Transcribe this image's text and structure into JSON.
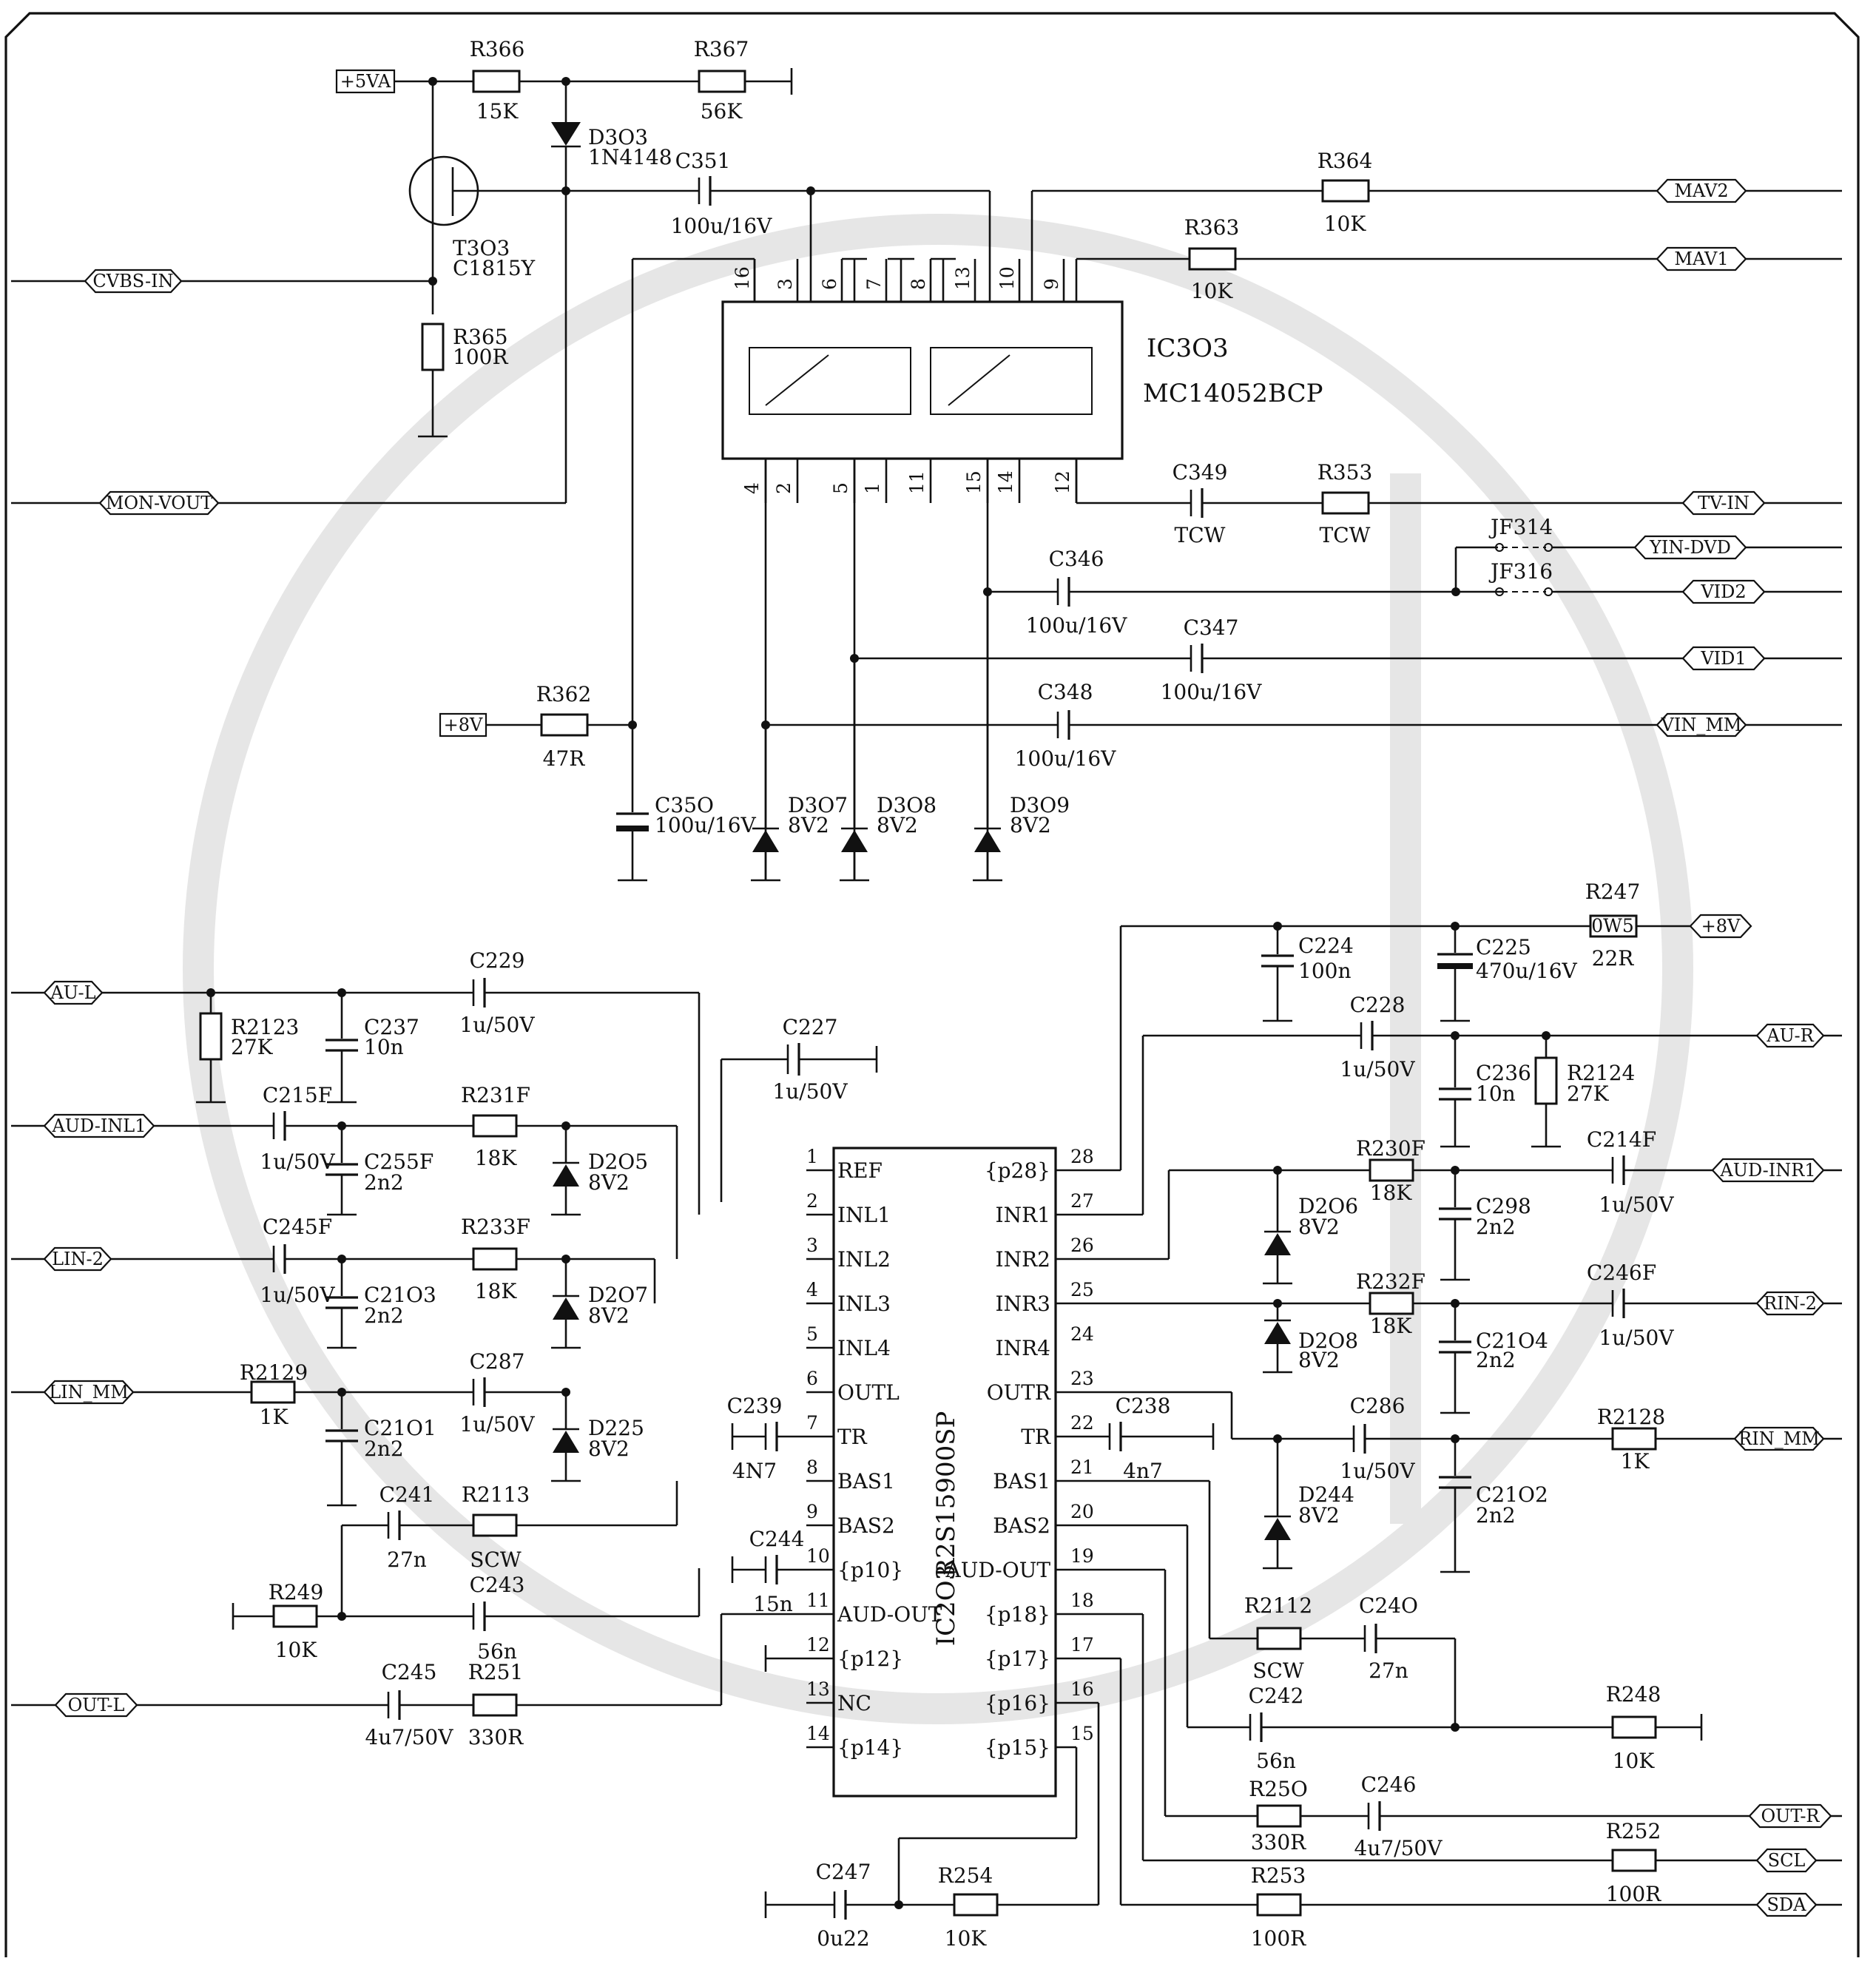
{
  "ports": {
    "p5va": "+5VA",
    "cvbs_in": "CVBS-IN",
    "mon_vout": "MON-VOUT",
    "p8v_a": "+8V",
    "mav2": "MAV2",
    "mav1": "MAV1",
    "tv_in": "TV-IN",
    "yin_dvd": "YIN-DVD",
    "vid2": "VID2",
    "vid1": "VID1",
    "vin_mm": "VIN_MM",
    "p8v_b": "+8V",
    "au_l": "AU-L",
    "aud_inl1": "AUD-INL1",
    "lin_2": "LIN-2",
    "lin_mm": "LIN_MM",
    "out_l": "OUT-L",
    "au_r": "AU-R",
    "aud_inr1": "AUD-INR1",
    "rin_2": "RIN-2",
    "rin_mm": "RIN_MM",
    "out_r": "OUT-R",
    "scl": "SCL",
    "sda": "SDA"
  },
  "parts": {
    "r366": {
      "ref": "R366",
      "val": "15K"
    },
    "r367": {
      "ref": "R367",
      "val": "56K"
    },
    "d303": {
      "ref": "D3O3",
      "val": "1N4148"
    },
    "c351": {
      "ref": "C351",
      "val": "100u/16V"
    },
    "r364": {
      "ref": "R364",
      "val": "10K"
    },
    "r363": {
      "ref": "R363",
      "val": "10K"
    },
    "t303": {
      "ref": "T3O3",
      "val": "C1815Y"
    },
    "r365": {
      "ref": "R365",
      "val": "100R"
    },
    "ic303": {
      "ref": "IC3O3",
      "val": "MC14052BCP"
    },
    "c349": {
      "ref": "C349",
      "val": "TCW"
    },
    "r353": {
      "ref": "R353",
      "val": "TCW"
    },
    "jf314": {
      "ref": "JF314"
    },
    "jf316": {
      "ref": "JF316"
    },
    "c346": {
      "ref": "C346",
      "val": "100u/16V"
    },
    "c347": {
      "ref": "C347",
      "val": "100u/16V"
    },
    "c348": {
      "ref": "C348",
      "val": "100u/16V"
    },
    "r362": {
      "ref": "R362",
      "val": "47R"
    },
    "c350": {
      "ref": "C35O",
      "val": "100u/16V"
    },
    "d307": {
      "ref": "D3O7",
      "val": "8V2"
    },
    "d308": {
      "ref": "D3O8",
      "val": "8V2"
    },
    "d309": {
      "ref": "D3O9",
      "val": "8V2"
    },
    "r247": {
      "ref": "R247",
      "val": "22R",
      "mark": "0W5"
    },
    "c224": {
      "ref": "C224",
      "val": "100n"
    },
    "c225": {
      "ref": "C225",
      "val": "470u/16V"
    },
    "c229": {
      "ref": "C229",
      "val": "1u/50V"
    },
    "r2123": {
      "ref": "R2123",
      "val": "27K"
    },
    "c237": {
      "ref": "C237",
      "val": "10n"
    },
    "c227": {
      "ref": "C227",
      "val": "1u/50V"
    },
    "c228": {
      "ref": "C228",
      "val": "1u/50V"
    },
    "c236": {
      "ref": "C236",
      "val": "10n"
    },
    "r2124": {
      "ref": "R2124",
      "val": "27K"
    },
    "c215f": {
      "ref": "C215F",
      "val": "1u/50V"
    },
    "r231f": {
      "ref": "R231F",
      "val": "18K"
    },
    "c255f": {
      "ref": "C255F",
      "val": "2n2"
    },
    "d205": {
      "ref": "D2O5",
      "val": "8V2"
    },
    "c245f": {
      "ref": "C245F",
      "val": "1u/50V"
    },
    "r233f": {
      "ref": "R233F",
      "val": "18K"
    },
    "c2103": {
      "ref": "C21O3",
      "val": "2n2"
    },
    "d207": {
      "ref": "D2O7",
      "val": "8V2"
    },
    "r2129": {
      "ref": "R2129",
      "val": "1K"
    },
    "c287": {
      "ref": "C287",
      "val": "1u/50V"
    },
    "c2101": {
      "ref": "C21O1",
      "val": "2n2"
    },
    "d225": {
      "ref": "D225",
      "val": "8V2"
    },
    "c241": {
      "ref": "C241",
      "val": "27n"
    },
    "r2113": {
      "ref": "R2113",
      "val": "SCW"
    },
    "c243": {
      "ref": "C243",
      "val": "56n"
    },
    "r249": {
      "ref": "R249",
      "val": "10K"
    },
    "c245": {
      "ref": "C245",
      "val": "4u7/50V"
    },
    "r251": {
      "ref": "R251",
      "val": "330R"
    },
    "c239": {
      "ref": "C239",
      "val": "4N7"
    },
    "c244": {
      "ref": "C244",
      "val": "15n"
    },
    "r230f": {
      "ref": "R230F",
      "val": "18K"
    },
    "c214f": {
      "ref": "C214F",
      "val": "1u/50V"
    },
    "d206": {
      "ref": "D2O6",
      "val": "8V2"
    },
    "c298": {
      "ref": "C298",
      "val": "2n2"
    },
    "r232f": {
      "ref": "R232F",
      "val": "18K"
    },
    "c246f": {
      "ref": "C246F",
      "val": "1u/50V"
    },
    "d208": {
      "ref": "D2O8",
      "val": "8V2"
    },
    "c2104": {
      "ref": "C21O4",
      "val": "2n2"
    },
    "c238": {
      "ref": "C238",
      "val": "4n7"
    },
    "c286": {
      "ref": "C286",
      "val": "1u/50V"
    },
    "r2128": {
      "ref": "R2128",
      "val": "1K"
    },
    "d244": {
      "ref": "D244",
      "val": "8V2"
    },
    "c2102": {
      "ref": "C21O2",
      "val": "2n2"
    },
    "r2112": {
      "ref": "R2112",
      "val": "SCW"
    },
    "c240": {
      "ref": "C24O",
      "val": "27n"
    },
    "c242": {
      "ref": "C242",
      "val": "56n"
    },
    "r248": {
      "ref": "R248",
      "val": "10K"
    },
    "r250": {
      "ref": "R25O",
      "val": "330R"
    },
    "c246": {
      "ref": "C246",
      "val": "4u7/50V"
    },
    "r252": {
      "ref": "R252",
      "val": "100R"
    },
    "r253": {
      "ref": "R253",
      "val": "100R"
    },
    "c247": {
      "ref": "C247",
      "val": "0u22"
    },
    "r254": {
      "ref": "R254",
      "val": "10K"
    }
  },
  "ic303_pins": {
    "top": [
      "16",
      "3",
      "6",
      "7",
      "8",
      "13",
      "10",
      "9"
    ],
    "bottom": [
      "4",
      "2",
      "5",
      "1",
      "11",
      "15",
      "14",
      "12"
    ]
  },
  "ic203": {
    "ref": "IC2O3",
    "val": "R2S15900SP",
    "left_nums": [
      "1",
      "2",
      "3",
      "4",
      "5",
      "6",
      "7",
      "8",
      "9",
      "10",
      "11",
      "12",
      "13",
      "14"
    ],
    "left_names": [
      "REF",
      "INL1",
      "INL2",
      "INL3",
      "INL4",
      "OUTL",
      "TR",
      "BAS1",
      "BAS2",
      "{p10}",
      "AUD-OUT",
      "{p12}",
      "NC",
      "{p14}"
    ],
    "right_nums": [
      "28",
      "27",
      "26",
      "25",
      "24",
      "23",
      "22",
      "21",
      "20",
      "19",
      "18",
      "17",
      "16",
      "15"
    ],
    "right_names": [
      "{p28}",
      "INR1",
      "INR2",
      "INR3",
      "INR4",
      "OUTR",
      "TR",
      "BAS1",
      "BAS2",
      "AUD-OUT",
      "{p18}",
      "{p17}",
      "{p16}",
      "{p15}"
    ]
  }
}
